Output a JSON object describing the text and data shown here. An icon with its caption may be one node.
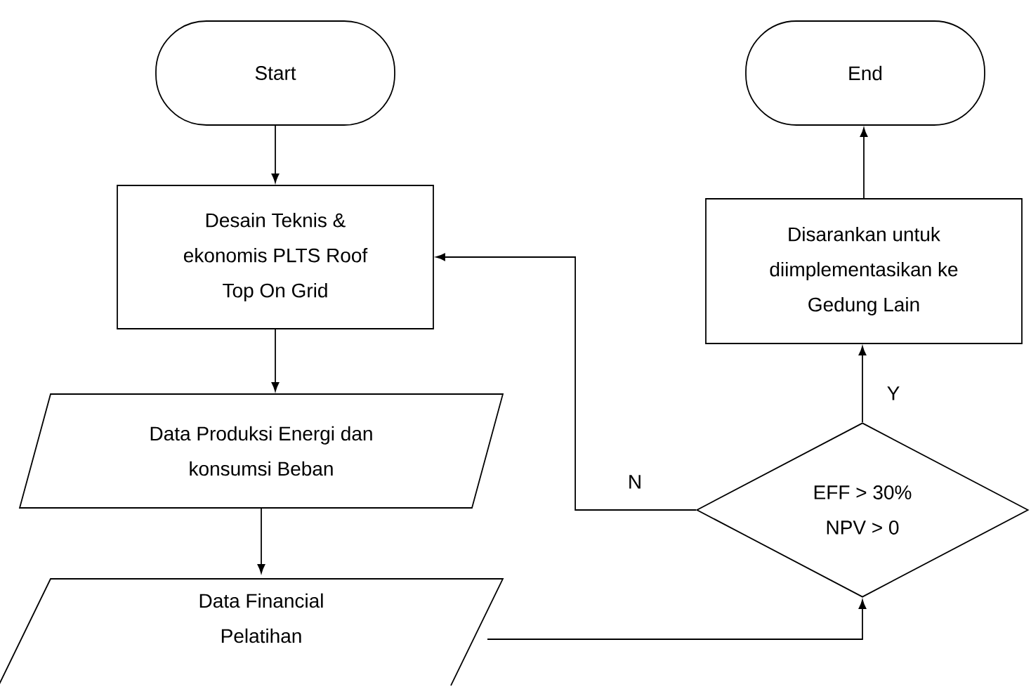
{
  "diagram": {
    "nodes": [
      {
        "text": [
          "Start"
        ]
      },
      {
        "text": [
          "Desain Teknis & ekonomis PLTS Roof Top On Grid"
        ]
      },
      {
        "text": [
          "Data Produksi Energi dan konsumsi Beban"
        ]
      },
      {
        "text": [
          "Data Financial Pelatihan"
        ]
      },
      {
        "text": [
          "End"
        ]
      },
      {
        "text": [
          "Disarankan untuk diimplementasikan ke Gedung Lain"
        ]
      },
      {
        "text": [
          "EFF > 30% NPV > 0"
        ]
      }
    ],
    "edges": [
      {
        "from": 0,
        "to": 1,
        "arrow": "to"
      },
      {
        "from": 1,
        "to": 2,
        "arrow": "to"
      },
      {
        "from": 2,
        "to": 3,
        "arrow": "to"
      },
      {
        "from": 3,
        "to": 6,
        "arrow": "to"
      },
      {
        "from": 6,
        "to": 1,
        "arrow": "to",
        "label": "N"
      },
      {
        "from": 6,
        "to": 5,
        "arrow": "to",
        "label": "Y"
      },
      {
        "from": 5,
        "to": 4,
        "arrow": "to"
      }
    ]
  }
}
